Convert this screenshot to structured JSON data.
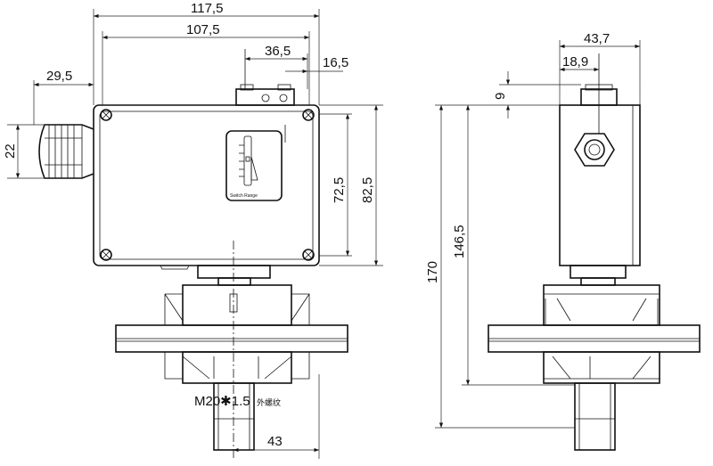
{
  "front_view": {
    "dims": {
      "overall_width": "117,5",
      "mount_width": "107,5",
      "terminal_offset": "36,5",
      "edge_offset": "16,5",
      "gland_length": "29,5",
      "gland_height": "22",
      "mount_height": "72,5",
      "body_height": "82,5",
      "port_offset": "43"
    },
    "window_label": "Switch Range",
    "thread_label": "M20✱1.5",
    "thread_note": "外螺纹"
  },
  "side_view": {
    "dims": {
      "depth": "43,7",
      "port_offset": "18,9",
      "top_height": "9",
      "overall_height": "170",
      "body_to_port": "146,5"
    }
  }
}
